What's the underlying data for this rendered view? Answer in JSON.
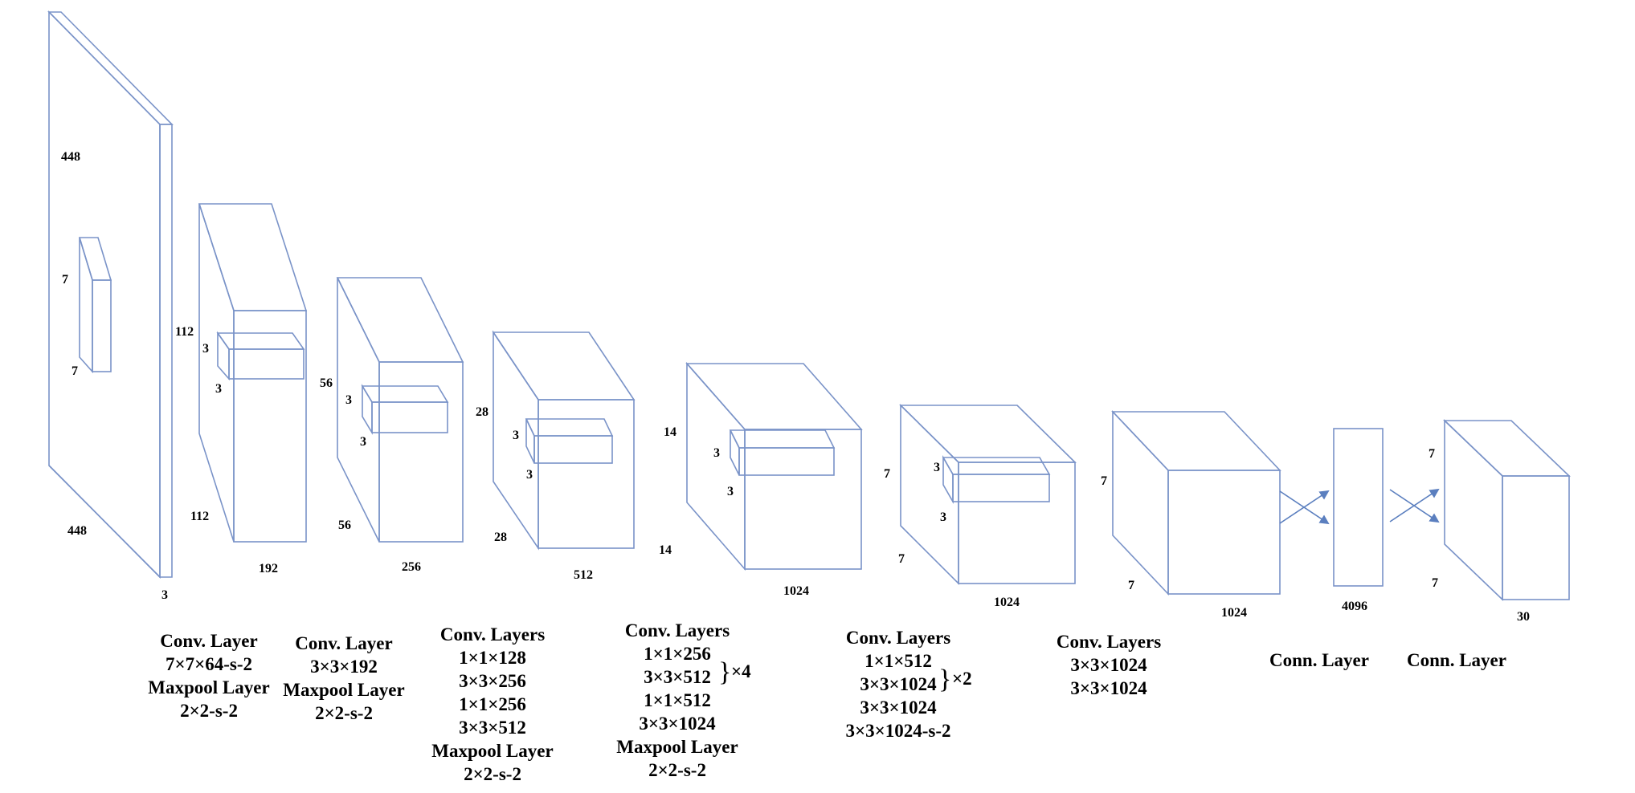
{
  "diagram": {
    "input": {
      "height": "448",
      "width": "448",
      "depth": "3",
      "kernel": [
        "7",
        "7"
      ]
    },
    "block1": {
      "height": "112",
      "width": "112",
      "depth": "192",
      "kernel": [
        "3",
        "3"
      ]
    },
    "block2": {
      "height": "56",
      "width": "56",
      "depth": "256",
      "kernel": [
        "3",
        "3"
      ]
    },
    "block3": {
      "height": "28",
      "width": "28",
      "depth": "512",
      "kernel": [
        "3",
        "3"
      ]
    },
    "block4": {
      "height": "14",
      "width": "14",
      "depth": "1024",
      "kernel": [
        "3",
        "3"
      ]
    },
    "block5": {
      "height": "7",
      "width": "7",
      "depth": "1024",
      "kernel": [
        "3",
        "3"
      ]
    },
    "block6": {
      "height": "7",
      "width": "7",
      "depth": "1024"
    },
    "fc": {
      "size": "4096"
    },
    "output": {
      "height": "7",
      "width": "7",
      "depth": "30"
    }
  },
  "captions": {
    "c1": [
      "Conv. Layer",
      "7×7×64-s-2",
      "Maxpool Layer",
      "2×2-s-2"
    ],
    "c2": [
      "Conv. Layer",
      "3×3×192",
      "Maxpool Layer",
      "2×2-s-2"
    ],
    "c3": [
      "Conv. Layers",
      "1×1×128",
      "3×3×256",
      "1×1×256",
      "3×3×512",
      "Maxpool Layer",
      "2×2-s-2"
    ],
    "c4": [
      "Conv. Layers",
      "1×1×256",
      "3×3×512",
      "1×1×512",
      "3×3×1024",
      "Maxpool Layer",
      "2×2-s-2"
    ],
    "c4_repeat": "×4",
    "c5": [
      "Conv. Layers",
      "1×1×512",
      "3×3×1024",
      "3×3×1024",
      "3×3×1024-s-2"
    ],
    "c5_repeat": "×2",
    "c6": [
      "Conv. Layers",
      "3×3×1024",
      "3×3×1024"
    ],
    "c7": [
      "Conn. Layer"
    ],
    "c8": [
      "Conn. Layer"
    ]
  },
  "colors": {
    "edge": "#7a93c8",
    "arrow": "#5b7fbf",
    "text": "#000000"
  }
}
